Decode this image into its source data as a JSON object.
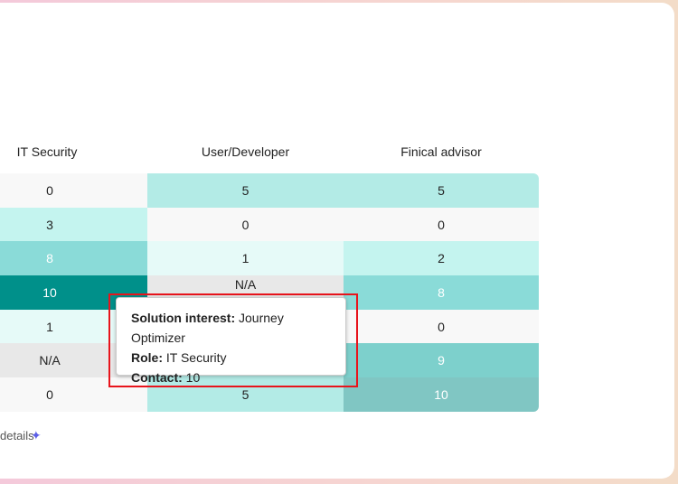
{
  "columns": [
    "IT Security",
    "User/Developer",
    "Finical advisor"
  ],
  "rows": [
    [
      {
        "v": "0",
        "c": "#f8f8f8"
      },
      {
        "v": "5",
        "c": "#b3ebe6"
      },
      {
        "v": "5",
        "c": "#b3ebe6"
      }
    ],
    [
      {
        "v": "3",
        "c": "#c4f4ef"
      },
      {
        "v": "0",
        "c": "#f8f8f8"
      },
      {
        "v": "0",
        "c": "#f8f8f8"
      }
    ],
    [
      {
        "v": "8",
        "c": "#8adbd8",
        "light": true
      },
      {
        "v": "1",
        "c": "#e6faf8"
      },
      {
        "v": "2",
        "c": "#c4f4ef"
      }
    ],
    [
      {
        "v": "10",
        "c": "#00908a",
        "light": true
      },
      {
        "v": "N/A",
        "c": "#e8e8e8"
      },
      {
        "v": "8",
        "c": "#8adbd8",
        "light": true
      }
    ],
    [
      {
        "v": "1",
        "c": "#e6faf8"
      },
      {
        "v": "",
        "c": "#f8f8f8"
      },
      {
        "v": "0",
        "c": "#f8f8f8"
      }
    ],
    [
      {
        "v": "N/A",
        "c": "#e8e8e8"
      },
      {
        "v": "",
        "c": "#b3ebe6"
      },
      {
        "v": "9",
        "c": "#7dd0cc",
        "light": true
      }
    ],
    [
      {
        "v": "0",
        "c": "#f8f8f8"
      },
      {
        "v": "5",
        "c": "#b3ebe6"
      },
      {
        "v": "10",
        "c": "#80c6c3",
        "light": true
      }
    ]
  ],
  "tooltip": {
    "solution_label": "Solution interest:",
    "solution_value": "Journey Optimizer",
    "role_label": "Role:",
    "role_value": "IT Security",
    "contact_label": "Contact:",
    "contact_value": "10"
  },
  "footer": {
    "link": "details",
    "icon": "sparkle-icon"
  }
}
